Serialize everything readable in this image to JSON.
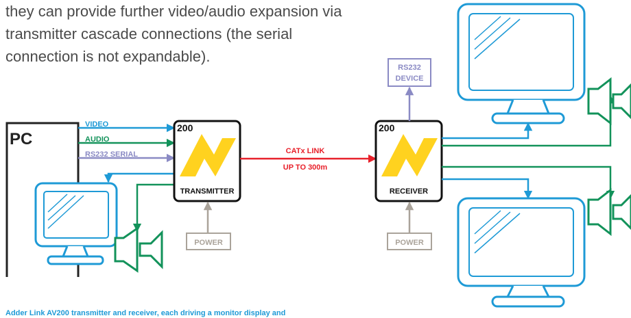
{
  "intro": {
    "lines": [
      "they can provide further video/audio expansion via",
      "transmitter cascade connections (the serial",
      "connection is not expandable)."
    ]
  },
  "diagram": {
    "pc_label": "PC",
    "signals": {
      "video": "VIDEO",
      "audio": "AUDIO",
      "serial": "RS232 SERIAL"
    },
    "transmitter": {
      "model": "200",
      "label": "TRANSMITTER"
    },
    "receiver": {
      "model": "200",
      "label": "RECEIVER"
    },
    "link": {
      "line1": "CATx LINK",
      "line2": "UP TO 300m"
    },
    "power_label": "POWER",
    "rs232_device": {
      "line1": "RS232",
      "line2": "DEVICE"
    }
  },
  "caption": "Adder Link AV200 transmitter and receiver, each driving a monitor display and",
  "colors": {
    "video": "#1e9ad6",
    "audio": "#12925a",
    "serial": "#8a8ac4",
    "link": "#e8202a",
    "power": "#aaa39a",
    "logo": "#ffd21f",
    "text": "#4a4a4a"
  }
}
